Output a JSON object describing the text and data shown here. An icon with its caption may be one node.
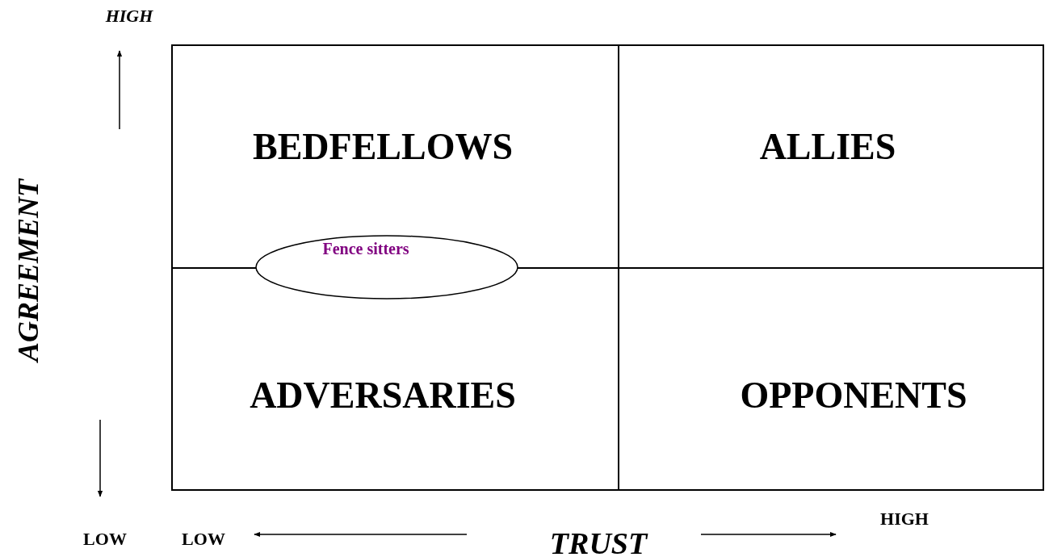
{
  "diagram": {
    "nodes": [
      {
        "text": [
          "BEDFELLOWS"
        ]
      },
      {
        "text": [
          "ALLIES"
        ]
      },
      {
        "text": [
          "ADVERSARIES"
        ]
      },
      {
        "text": [
          "OPPONENTS"
        ]
      },
      {
        "text": [
          "Fence sitters"
        ]
      }
    ],
    "labels": [
      "HIGH",
      "AGREEMENT",
      "LOW",
      "LOW",
      "TRUST",
      "HIGH"
    ]
  }
}
